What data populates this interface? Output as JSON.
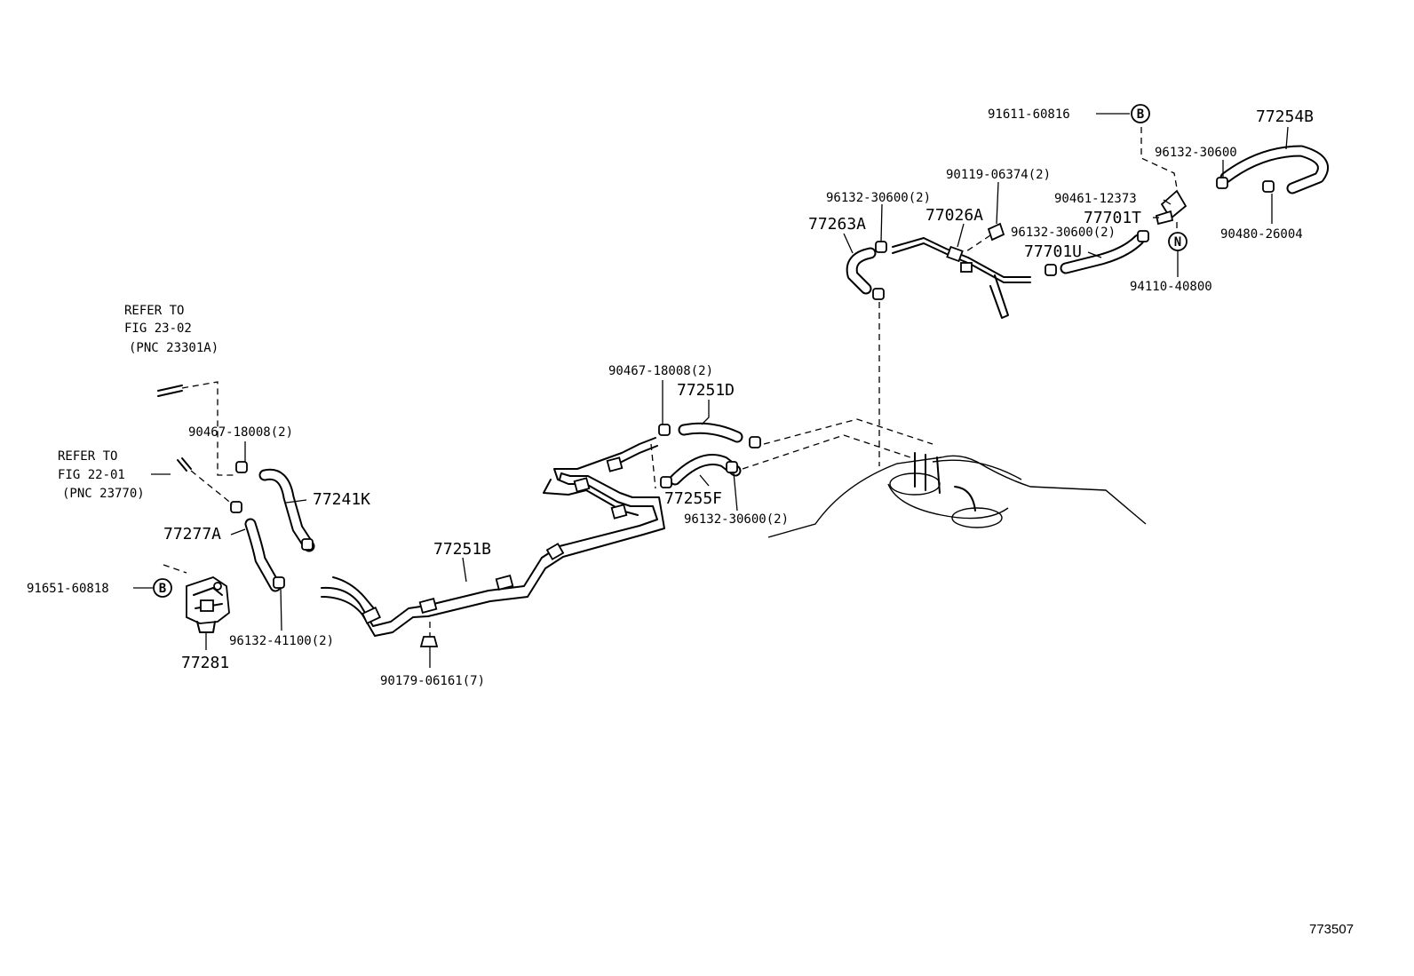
{
  "labels": {
    "p91611_60816": "91611-60816",
    "p77254B": "77254B",
    "p96132_30600_tr": "96132-30600",
    "p90119_06374": "90119-06374(2)",
    "p96132_30600_2a": "96132-30600(2)",
    "p90461_12373": "90461-12373",
    "p77263A": "77263A",
    "p77026A": "77026A",
    "p77701T": "77701T",
    "p90480_26004": "90480-26004",
    "p96132_30600_2b": "96132-30600(2)",
    "p77701U": "77701U",
    "p94110_40800": "94110-40800",
    "refer1_line1": "REFER TO",
    "refer1_line2": "FIG 23-02",
    "refer1_line3": "(PNC 23301A)",
    "p90467_18008_top": "90467-18008(2)",
    "p77251D": "77251D",
    "p90467_18008_left": "90467-18008(2)",
    "refer2_line1": "REFER TO",
    "refer2_line2": "FIG 22-01",
    "refer2_line3": "(PNC 23770)",
    "p77241K": "77241K",
    "p77255F": "77255F",
    "p96132_30600_2c": "96132-30600(2)",
    "p77251B": "77251B",
    "p77277A": "77277A",
    "p91651_60818": "91651-60818",
    "p96132_41100": "96132-41100(2)",
    "p77281": "77281",
    "p90179_06161": "90179-06161(7)",
    "figure_number": "773507"
  },
  "markers": {
    "B_top": "B",
    "N": "N",
    "B_left": "B"
  }
}
